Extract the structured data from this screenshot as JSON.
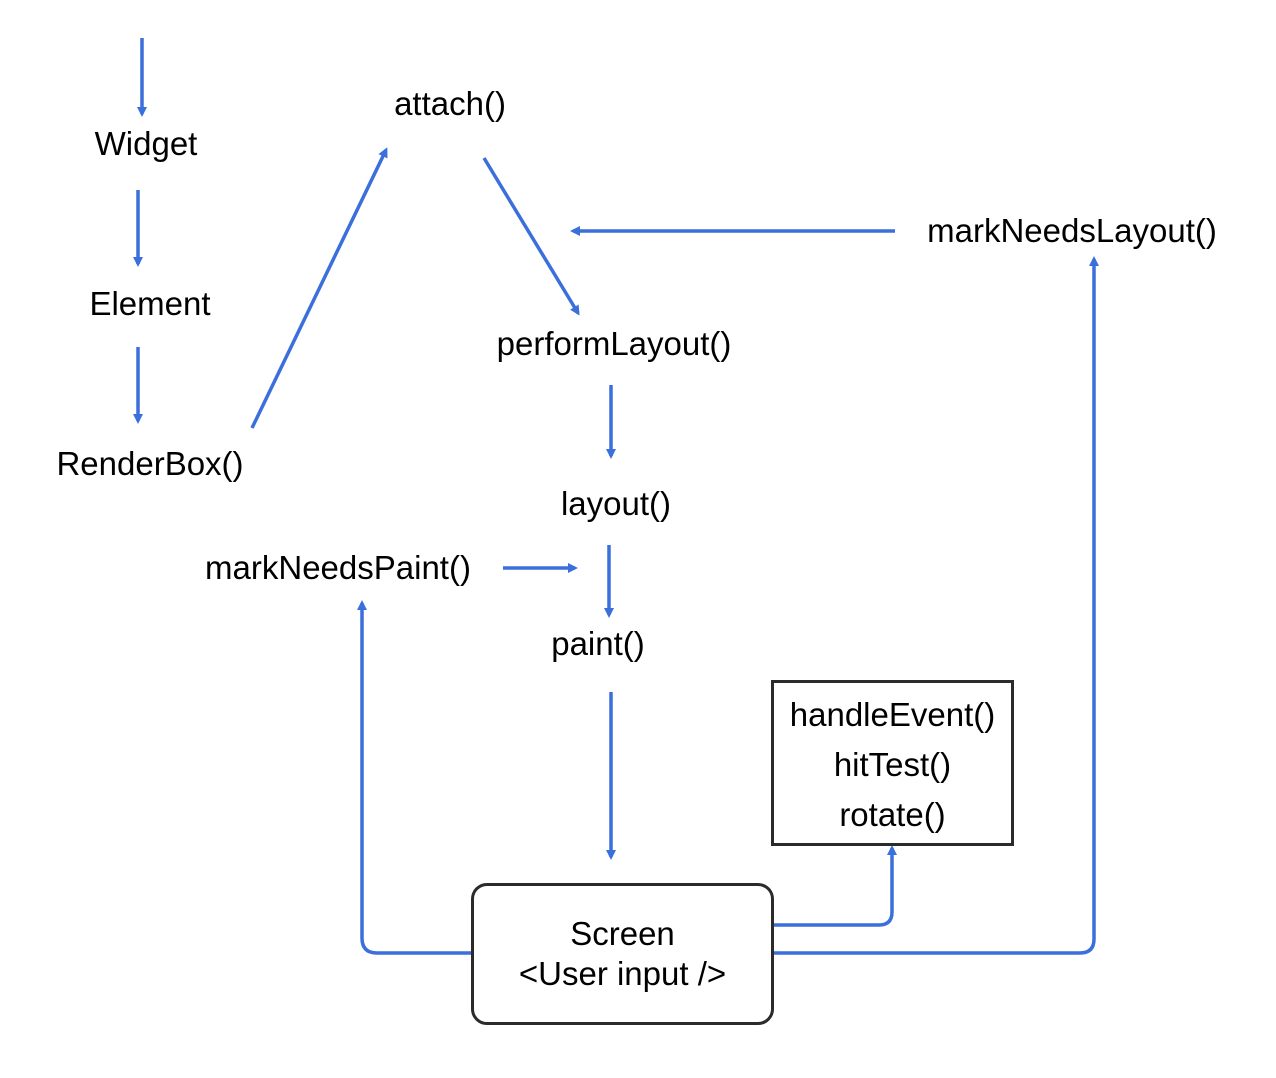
{
  "colors": {
    "arrow": "#3b6fdc",
    "box_border": "#2b2b2b",
    "text": "#000000"
  },
  "nodes": {
    "widget": "Widget",
    "element": "Element",
    "render_box": "RenderBox()",
    "attach": "attach()",
    "perform_layout": "performLayout()",
    "layout": "layout()",
    "paint": "paint()",
    "mark_needs_layout": "markNeedsLayout()",
    "mark_needs_paint": "markNeedsPaint()"
  },
  "screen_box": {
    "line1": "Screen",
    "line2": "<User input />"
  },
  "methods_box": {
    "items": [
      "handleEvent()",
      "hitTest()",
      "rotate()"
    ]
  }
}
